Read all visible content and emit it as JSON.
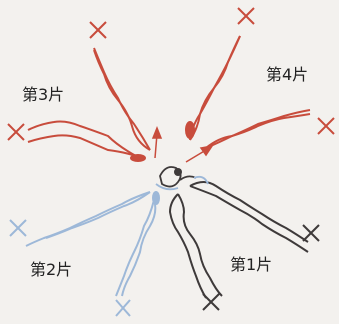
{
  "pieces": [
    {
      "label": "第1片",
      "color": "#3e3a3a"
    },
    {
      "label": "第2片",
      "color": "#9db8d8"
    },
    {
      "label": "第3片",
      "color": "#c84c3c"
    },
    {
      "label": "第4片",
      "color": "#c84c3c"
    }
  ],
  "colors": {
    "background": "#f3f1ee",
    "label": "#222222"
  },
  "icons": [
    "x-mark-icon",
    "arrow-icon",
    "chain-stitch-icon",
    "slip-stitch-icon"
  ]
}
